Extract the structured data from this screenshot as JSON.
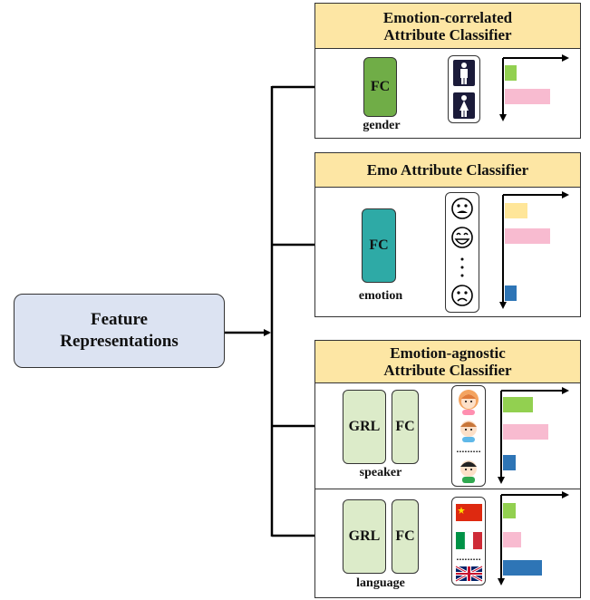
{
  "feature": {
    "line1": "Feature",
    "line2": "Representations"
  },
  "panels": {
    "correlated": {
      "title1": "Emotion-correlated",
      "title2": "Attribute Classifier"
    },
    "emo": {
      "title1": "Emo Attribute Classifier"
    },
    "agnostic": {
      "title1": "Emotion-agnostic",
      "title2": "Attribute Classifier"
    }
  },
  "blocks": {
    "fc": "FC",
    "grl": "GRL",
    "gender": "gender",
    "emotion": "emotion",
    "speaker": "speaker",
    "language": "language"
  },
  "icons": {
    "gender": [
      "male-person-icon",
      "female-person-icon"
    ],
    "emotion": [
      "frowning-face-icon",
      "grinning-face-icon",
      "vertical-ellipsis",
      "sad-face-icon"
    ],
    "speaker": [
      "girl-avatar-icon",
      "boy-avatar-icon",
      "horizontal-ellipsis",
      "child-avatar-icon"
    ],
    "language": [
      "china-flag-icon",
      "italy-flag-icon",
      "horizontal-ellipsis",
      "uk-flag-icon"
    ]
  },
  "colors": {
    "fc_green": "#70ad47",
    "fc_teal": "#2eaaa6",
    "grl_light_green": "#dcebc9",
    "bar_green": "#92d050",
    "bar_pink": "#f8bbd0",
    "bar_yellow": "#ffe699",
    "bar_blue": "#2e75b6",
    "header_yellow": "#fde6a4",
    "feature_blue": "#dce3f2"
  },
  "bars": {
    "gender": [
      0.25,
      1.0
    ],
    "emotion": [
      0.5,
      1.0,
      0.25
    ],
    "speaker": [
      0.65,
      1.0,
      0.28
    ],
    "language": [
      0.27,
      0.4,
      0.85
    ]
  }
}
